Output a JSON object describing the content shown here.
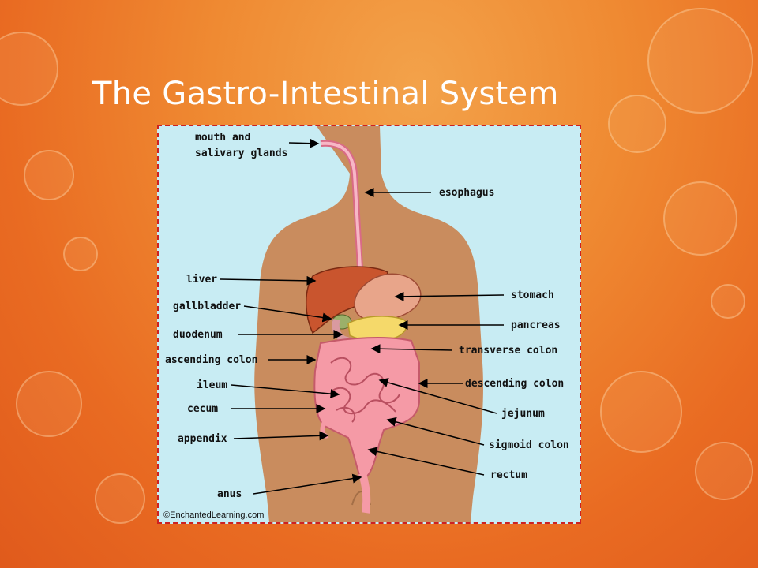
{
  "slide": {
    "title": "The Gastro-Intestinal System",
    "background_color": "#ec7a2a",
    "title_color": "#ffffff"
  },
  "diagram": {
    "labels": {
      "mouth_line1": "mouth and",
      "mouth_line2": "salivary glands",
      "esophagus": "esophagus",
      "liver": "liver",
      "gallbladder": "gallbladder",
      "duodenum": "duodenum",
      "ascending_colon": "ascending colon",
      "ileum": "ileum",
      "cecum": "cecum",
      "appendix": "appendix",
      "anus": "anus",
      "stomach": "stomach",
      "pancreas": "pancreas",
      "transverse_colon": "transverse colon",
      "descending_colon": "descending colon",
      "jejunum": "jejunum",
      "sigmoid_colon": "sigmoid colon",
      "rectum": "rectum"
    },
    "credit": "©EnchantedLearning.com",
    "colors": {
      "panel_bg": "#c8ecf3",
      "skin": "#c98c5e",
      "intestine": "#f59aa6",
      "liver": "#c9552e",
      "pancreas": "#f5d96a"
    }
  }
}
